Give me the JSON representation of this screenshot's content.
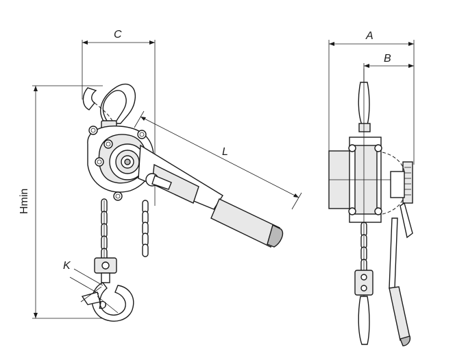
{
  "dimensions": {
    "c": "C",
    "l": "L",
    "hmin": "Hmin",
    "k": "K",
    "d": "D",
    "a": "A",
    "b": "B"
  },
  "colors": {
    "line": "#1a1a1a",
    "fill_light": "#e8e8e8",
    "fill_mid": "#b9b9b9"
  }
}
